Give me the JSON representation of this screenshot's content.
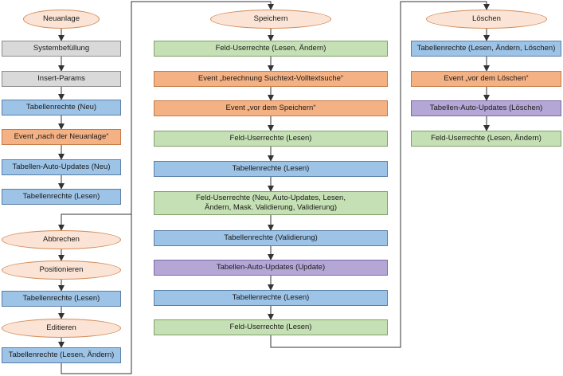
{
  "colors": {
    "start": "#fbe4d5",
    "system": "#d9d9d9",
    "rights": "#9dc3e6",
    "event": "#f4b183",
    "field_rights": "#c5e0b4",
    "auto_updates": "#b4a7d6",
    "lines": "#333333"
  },
  "columns": {
    "neuanlage": {
      "title": "Neuanlage",
      "steps": [
        "Systembefüllung",
        "Insert-Params",
        "Tabellenrechte (Neu)",
        "Event „nach der Neuanlage“",
        "Tabellen-Auto-Updates (Neu)",
        "Tabellenrechte (Lesen)"
      ]
    },
    "bearbeiten": {
      "abbrechen": "Abbrechen",
      "positionieren": "Positionieren",
      "rights_read": "Tabellenrechte (Lesen)",
      "editieren": "Editieren",
      "rights_edit": "Tabellenrechte (Lesen, Ändern)"
    },
    "speichern": {
      "title": "Speichern",
      "steps": [
        "Feld-Userrechte (Lesen, Ändern)",
        "Event „berechnung Suchtext-Volltextsuche“",
        "Event „vor dem Speichern“",
        "Feld-Userrechte (Lesen)",
        "Tabellenrechte (Lesen)",
        "Feld-Userrechte (Neu, Auto-Updates, Lesen, Ändern, Mask. Validierung, Validierung)",
        "Tabellenrechte (Validierung)",
        "Tabellen-Auto-Updates (Update)",
        "Tabellenrechte (Lesen)",
        "Feld-Userrechte (Lesen)"
      ]
    },
    "loeschen": {
      "title": "Löschen",
      "steps": [
        "Tabellenrechte (Lesen, Ändern, Löschen)",
        "Event „vor dem Löschen“",
        "Tabellen-Auto-Updates (Löschen)",
        "Feld-Userrechte (Lesen, Ändern)"
      ]
    }
  }
}
